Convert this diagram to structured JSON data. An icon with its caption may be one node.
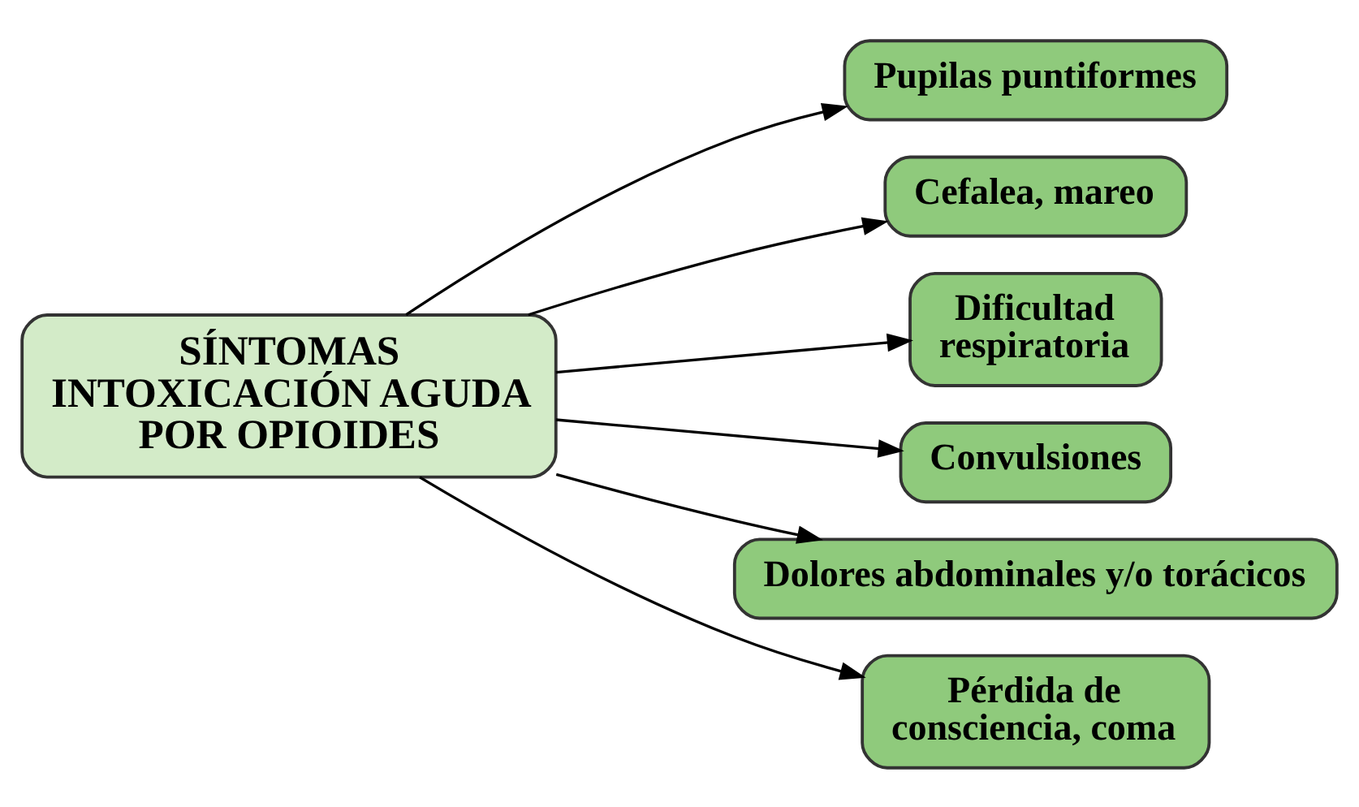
{
  "diagram": {
    "nodes": [
      {
        "text": [
          "SÍNTOMAS INTOXICACIÓN AGUDA POR OPIOIDES"
        ]
      },
      {
        "text": [
          "Pupilas puntiformes"
        ]
      },
      {
        "text": [
          "Cefalea, mareo"
        ]
      },
      {
        "text": [
          "Dificultad respiratoria"
        ]
      },
      {
        "text": [
          "Convulsiones"
        ]
      },
      {
        "text": [
          "Dolores abdominales y/o torácicos"
        ]
      },
      {
        "text": [
          "Pérdida de consciencia, coma"
        ]
      }
    ],
    "edges": [
      {
        "from": 0,
        "to": 1,
        "arrow": "to"
      },
      {
        "from": 0,
        "to": 2,
        "arrow": "to"
      },
      {
        "from": 0,
        "to": 3,
        "arrow": "to"
      },
      {
        "from": 0,
        "to": 4,
        "arrow": "to"
      },
      {
        "from": 0,
        "to": 5,
        "arrow": "to"
      },
      {
        "from": 0,
        "to": 6,
        "arrow": "to"
      }
    ]
  }
}
